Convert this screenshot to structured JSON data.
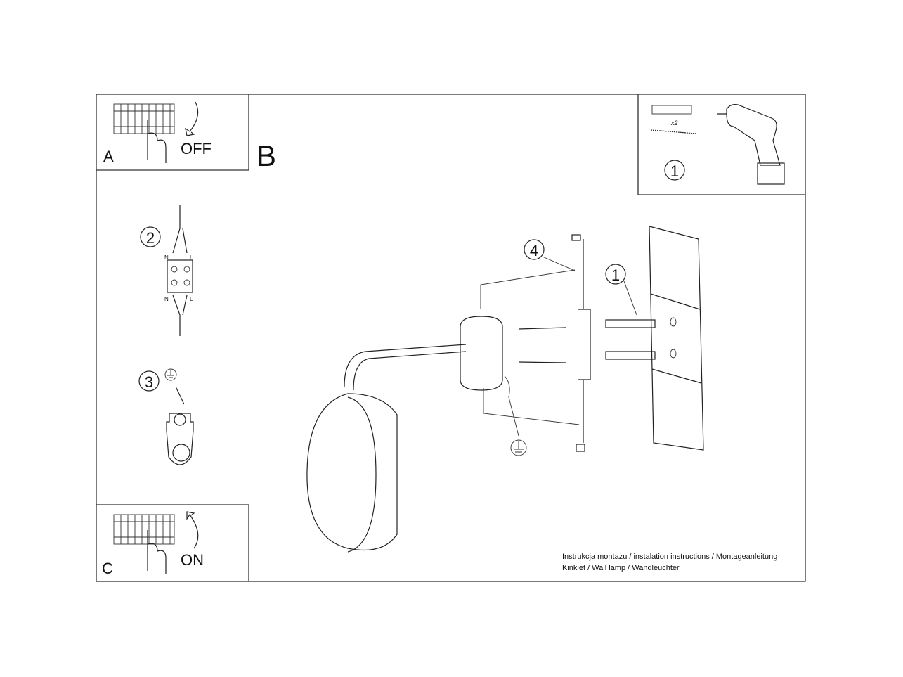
{
  "panels": {
    "a": {
      "letter": "A",
      "action": "OFF"
    },
    "b": {
      "letter": "B"
    },
    "c": {
      "letter": "C",
      "action": "ON"
    }
  },
  "tools": {
    "multiplier": "x2",
    "step": "1"
  },
  "steps": {
    "wiring": "2",
    "ground": "3",
    "bracket": "4",
    "anchors": "1"
  },
  "wire_labels": {
    "neutral": "N",
    "live": "L"
  },
  "caption": {
    "line1": "Instrukcja montażu / instalation instructions / Montageanleitung",
    "line2": "Kinkiet / Wall lamp / Wandleuchter"
  }
}
